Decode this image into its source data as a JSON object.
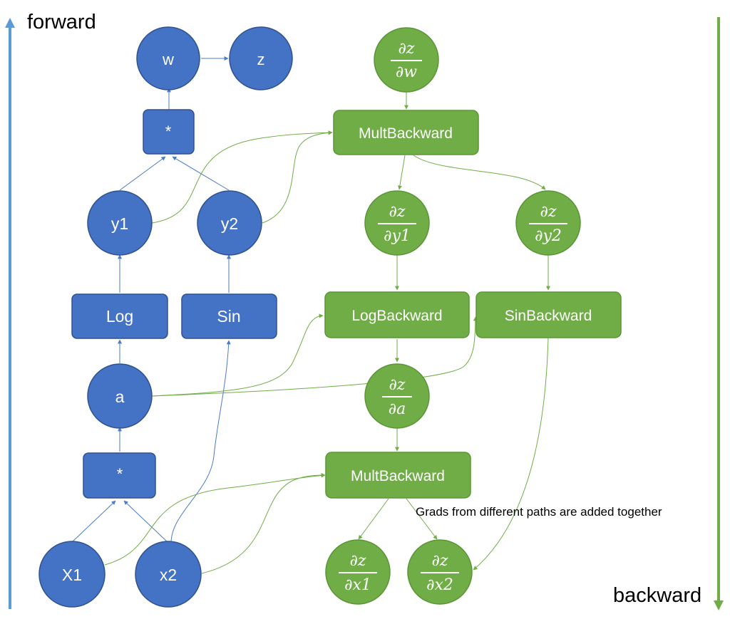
{
  "colors": {
    "forward_fill": "#4472C4",
    "forward_stroke": "#2F528F",
    "forward_arrow": "#4A90D9",
    "backward_fill": "#70AD47",
    "backward_stroke": "#5A9636",
    "text_on_node": "#ffffff",
    "annotation_text": "#000000"
  },
  "labels": {
    "forward": "forward",
    "backward": "backward",
    "annotation": "Grads from different paths are added together"
  },
  "forward_nodes": {
    "w": "w",
    "z": "z",
    "mul_top": "*",
    "y1": "y1",
    "y2": "y2",
    "log": "Log",
    "sin": "Sin",
    "a": "a",
    "mul_bottom": "*",
    "x1": "X1",
    "x2": "x2"
  },
  "backward_nodes": {
    "mult_backward_top": "MultBackward",
    "log_backward": "LogBackward",
    "sin_backward": "SinBackward",
    "mult_backward_bottom": "MultBackward"
  },
  "gradients": {
    "dz_dw": {
      "num": "∂z",
      "den": "∂w"
    },
    "dz_dy1": {
      "num": "∂z",
      "den": "∂y1"
    },
    "dz_dy2": {
      "num": "∂z",
      "den": "∂y2"
    },
    "dz_da": {
      "num": "∂z",
      "den": "∂a"
    },
    "dz_dx1": {
      "num": "∂z",
      "den": "∂x1"
    },
    "dz_dx2": {
      "num": "∂z",
      "den": "∂x2"
    }
  }
}
